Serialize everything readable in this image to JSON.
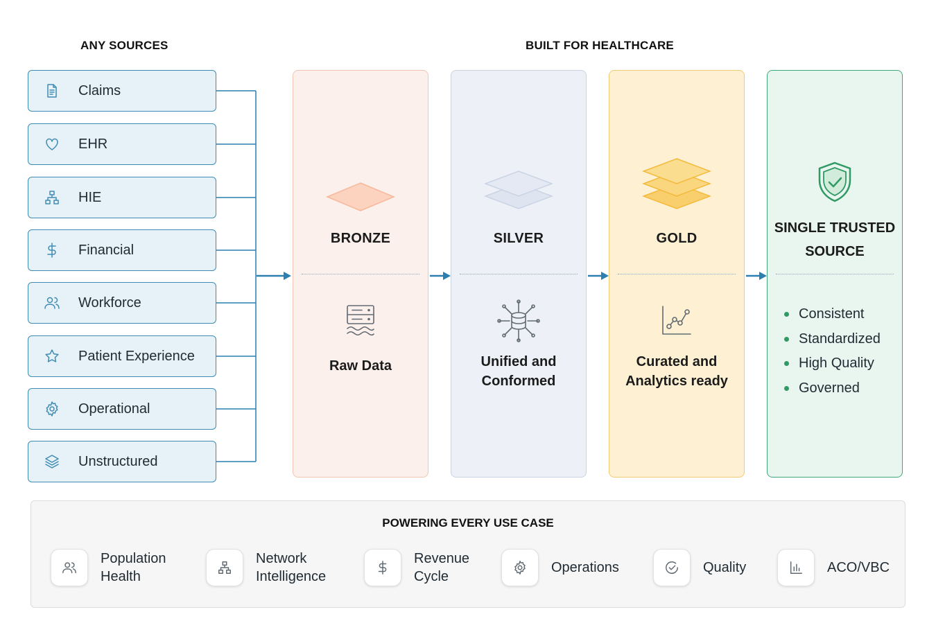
{
  "headers": {
    "sources": "ANY SOURCES",
    "built": "BUILT FOR HEALTHCARE"
  },
  "sources": [
    {
      "label": "Claims",
      "icon": "document-icon"
    },
    {
      "label": "EHR",
      "icon": "heart-icon"
    },
    {
      "label": "HIE",
      "icon": "network-icon"
    },
    {
      "label": "Financial",
      "icon": "dollar-icon"
    },
    {
      "label": "Workforce",
      "icon": "users-icon"
    },
    {
      "label": "Patient Experience",
      "icon": "star-icon"
    },
    {
      "label": "Operational",
      "icon": "gear-icon"
    },
    {
      "label": "Unstructured",
      "icon": "layers-icon"
    }
  ],
  "stages": {
    "bronze": {
      "title": "BRONZE",
      "desc": "Raw Data",
      "color": "#f6b99b"
    },
    "silver": {
      "title": "SILVER",
      "desc_line1": "Unified and",
      "desc_line2": "Conformed",
      "color": "#c9d3e4"
    },
    "gold": {
      "title": "GOLD",
      "desc_line1": "Curated and",
      "desc_line2": "Analytics ready",
      "color": "#f9c84f"
    }
  },
  "trusted": {
    "title_line1": "SINGLE TRUSTED",
    "title_line2": "SOURCE",
    "accent": "#2f9a63",
    "bullets": [
      "Consistent",
      "Standardized",
      "High Quality",
      "Governed"
    ]
  },
  "usecases": {
    "title": "POWERING EVERY USE CASE",
    "items": [
      {
        "line1": "Population",
        "line2": "Health",
        "icon": "users-icon"
      },
      {
        "line1": "Network",
        "line2": "Intelligence",
        "icon": "network-icon"
      },
      {
        "line1": "Revenue",
        "line2": "Cycle",
        "icon": "dollar-icon"
      },
      {
        "line1": "Operations",
        "line2": "",
        "icon": "gear-icon"
      },
      {
        "line1": "Quality",
        "line2": "",
        "icon": "check-circle-icon"
      },
      {
        "line1": "ACO/VBC",
        "line2": "",
        "icon": "bar-chart-icon"
      }
    ]
  },
  "colors": {
    "source_border": "#3f8bb3",
    "arrow": "#2d7fb0"
  }
}
